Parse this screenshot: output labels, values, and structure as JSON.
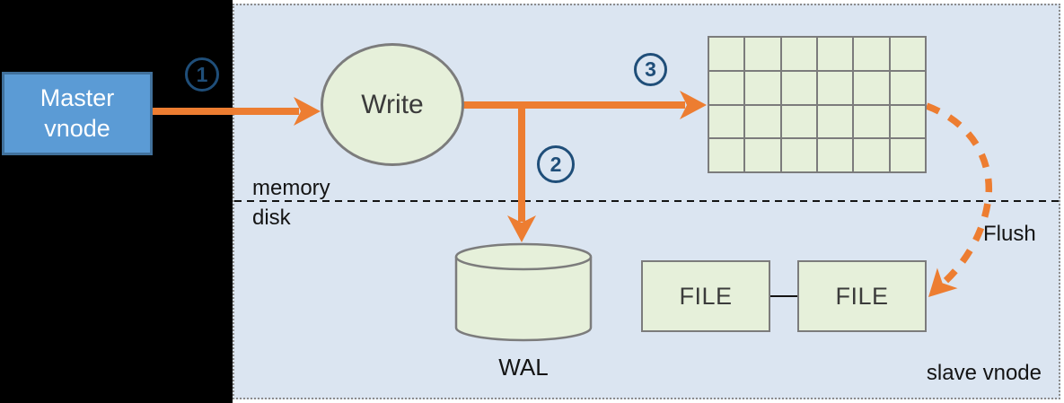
{
  "diagram": {
    "master_vnode": {
      "line1": "Master",
      "line2": "vnode"
    },
    "steps": {
      "step1": "1",
      "step2": "2",
      "step3": "3"
    },
    "write_node": {
      "label": "Write"
    },
    "memory_disk": {
      "memory": "memory",
      "disk": "disk"
    },
    "mem_table": {
      "rows": 4,
      "cols": 6
    },
    "wal": {
      "label": "WAL"
    },
    "file1": {
      "label": "FILE"
    },
    "file2": {
      "label": "FILE"
    },
    "flush": {
      "label": "Flush"
    },
    "slave_vnode_label": "slave vnode"
  },
  "colors": {
    "background_black": "#000000",
    "panel_fill": "#dbe5f1",
    "panel_border": "#8c8c8c",
    "master_fill": "#5b9bd5",
    "master_border": "#41719c",
    "node_fill": "#e6f0da",
    "node_border": "#7c7c7c",
    "arrow_orange": "#ed7d31",
    "step_blue": "#1f4e79",
    "text_dark": "#3b3b3b"
  }
}
